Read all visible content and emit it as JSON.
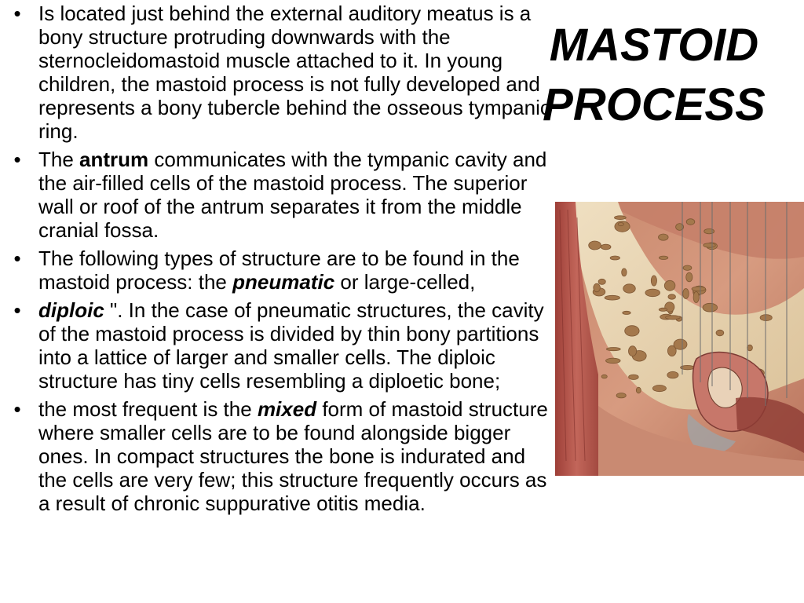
{
  "title": {
    "line1": "MASTOID",
    "line2": "PROCESS"
  },
  "bullets": [
    {
      "segments": [
        {
          "text": "Is located just behind the external auditory meatus is a bony structure protruding downwards with the sternocleidomastoid muscle attached to it. In young children, the mastoid process is not fully developed and represents a bony tubercle behind the osseous tympanic ring.",
          "style": "normal"
        }
      ]
    },
    {
      "segments": [
        {
          "text": "The ",
          "style": "normal"
        },
        {
          "text": "antrum",
          "style": "bold"
        },
        {
          "text": " communicates with the tympanic cavity and the air-filled cells of the mastoid process. The superior wall or roof of the antrum separates it from the middle cranial fossa.",
          "style": "normal"
        }
      ]
    },
    {
      "segments": [
        {
          "text": "The following types of structure are to be found in the mastoid process: the ",
          "style": "normal"
        },
        {
          "text": "pneumatic",
          "style": "bold-italic"
        },
        {
          "text": " or large-celled,",
          "style": "normal"
        }
      ]
    },
    {
      "segments": [
        {
          "text": "diploic",
          "style": "bold-italic"
        },
        {
          "text": " \". In the case of pneumatic structures, the cavity of the mastoid process is divided by thin bony partitions into a lattice of larger and smaller cells. The diploic structure has tiny cells resembling a diploetic bone;",
          "style": "normal"
        }
      ]
    },
    {
      "segments": [
        {
          "text": "the most frequent is the ",
          "style": "normal"
        },
        {
          "text": "mixed",
          "style": "bold-italic"
        },
        {
          "text": " form of mastoid structure where smaller cells are to be found alongside bigger ones. In compact structures the bone is indurated and the cells are very few; this structure frequently occurs as a result of chronic suppurative otitis media.",
          "style": "normal"
        }
      ]
    }
  ],
  "bullet_glyph": "•",
  "illustration": {
    "colors": {
      "skin": "#c98a72",
      "bone": "#e9d6b4",
      "cells": "#a87a4c",
      "muscle": "#b6564d",
      "canal": "#d9a08a"
    }
  }
}
